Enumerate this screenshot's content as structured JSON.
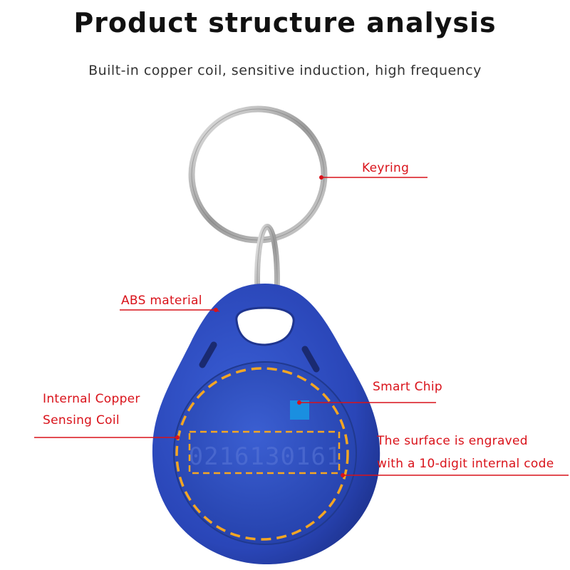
{
  "header": {
    "title": "Product structure analysis",
    "subtitle": "Built-in copper coil, sensitive induction, high frequency"
  },
  "product": {
    "engraved_code": "0216130161",
    "body_color": "#2a46b8",
    "coil_color": "#f5a623",
    "chip_color": "#1a8fe0"
  },
  "callouts": {
    "keyring": "Keyring",
    "abs_material": "ABS material",
    "smart_chip": "Smart Chip",
    "copper_coil_line1": "Internal Copper",
    "copper_coil_line2": "Sensing Coil",
    "engraved_line1": "The surface is engraved",
    "engraved_line2": "with a 10-digit internal code",
    "line_color": "#d9121a"
  }
}
